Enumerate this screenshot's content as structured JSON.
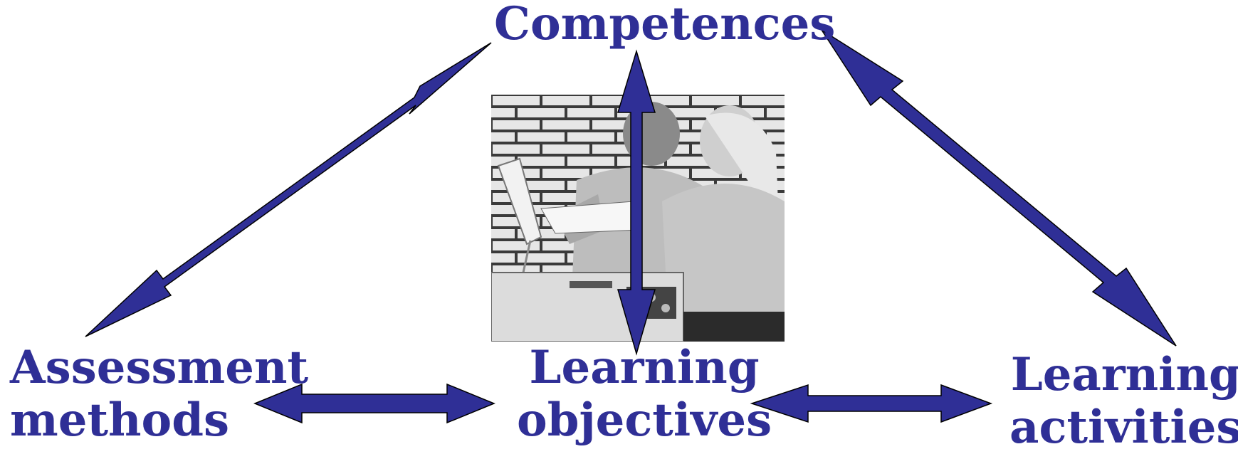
{
  "nodes": {
    "competences": {
      "label": "Competences"
    },
    "assessment": {
      "line1": "Assessment",
      "line2": "methods"
    },
    "objectives": {
      "line1": "Learning",
      "line2": "objectives"
    },
    "activities": {
      "line1": "Learning",
      "line2": "activities"
    }
  },
  "edges": [
    {
      "from": "competences",
      "to": "assessment",
      "direction": "both"
    },
    {
      "from": "competences",
      "to": "objectives",
      "direction": "both"
    },
    {
      "from": "competences",
      "to": "activities",
      "direction": "both"
    },
    {
      "from": "assessment",
      "to": "objectives",
      "direction": "both"
    },
    {
      "from": "objectives",
      "to": "activities",
      "direction": "both"
    }
  ],
  "colors": {
    "accent": "#2f2f96",
    "outline": "#000000"
  },
  "image": {
    "description_icon": "students-photo"
  }
}
